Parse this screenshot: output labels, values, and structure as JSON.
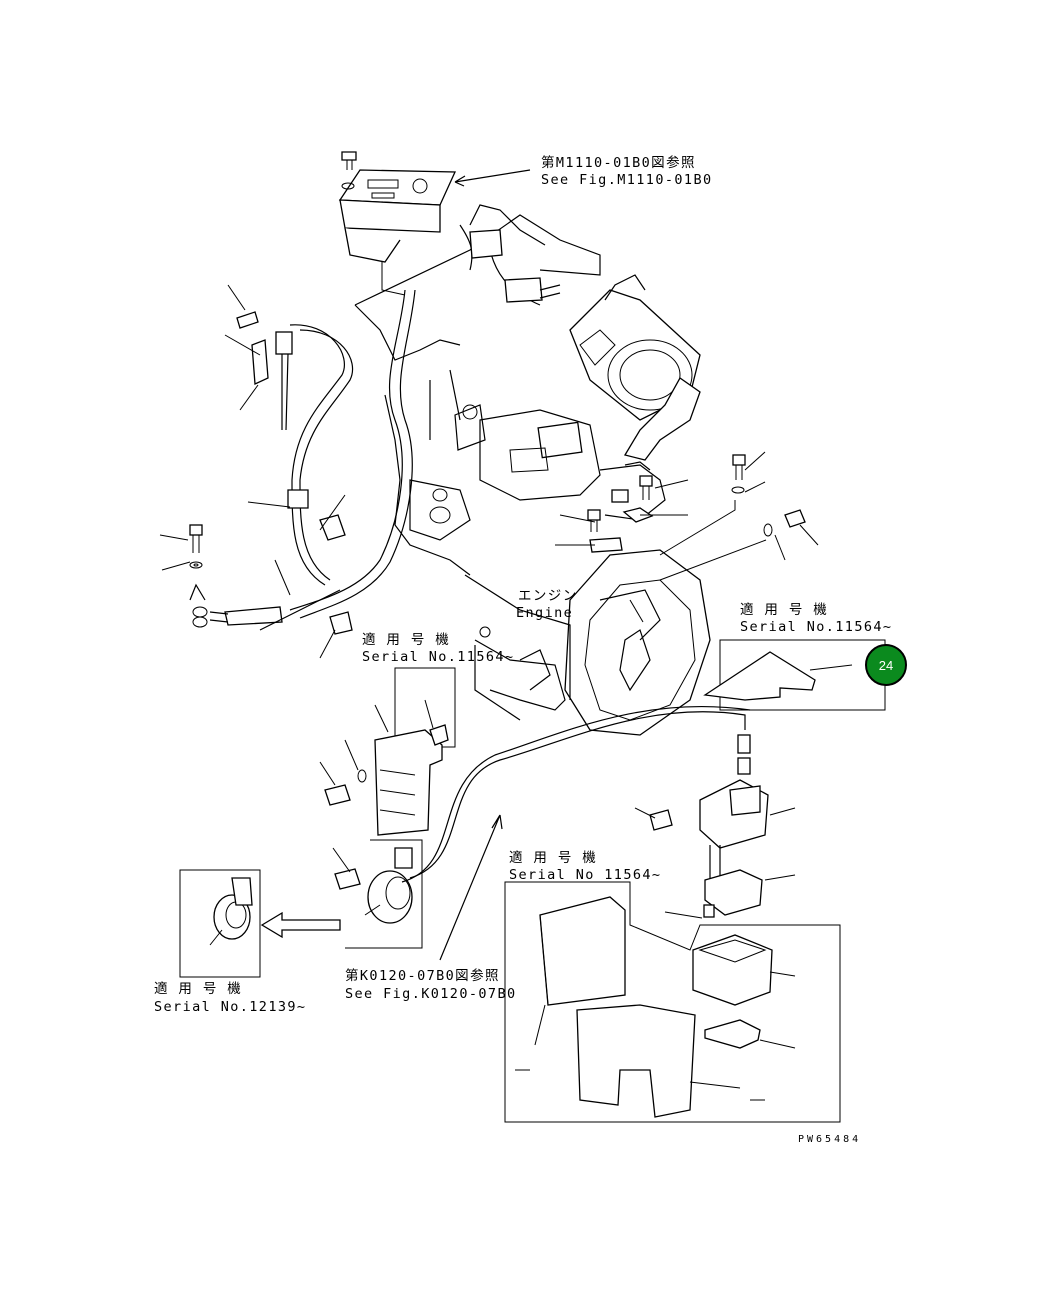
{
  "callouts": {
    "top_ref_jp": "第M1110-01B0図参照",
    "top_ref_en": "See Fig.M1110-01B0",
    "engine_jp": "エンジン",
    "engine_en": "Engine",
    "serial_jp_right": "適 用 号 機",
    "serial_en_right": "Serial No.11564~",
    "serial_jp_mid": "適 用 号 機",
    "serial_en_mid": "Serial No.11564~",
    "serial_jp_lower": "適 用 号 機",
    "serial_en_lower": "Serial No 11564~",
    "serial_jp_horn": "適 用 号 機",
    "serial_en_horn": "Serial No.12139~",
    "bottom_ref_jp": "第K0120-07B0図参照",
    "bottom_ref_en": "See Fig.K0120-07B0",
    "drawing_id": "PW65484"
  },
  "badge": {
    "value": "24",
    "fill": "#0b8a1e",
    "ring": "#000000"
  },
  "icons": {
    "badge": "circle-number-badge",
    "arrow": "hollow-left-arrow"
  }
}
